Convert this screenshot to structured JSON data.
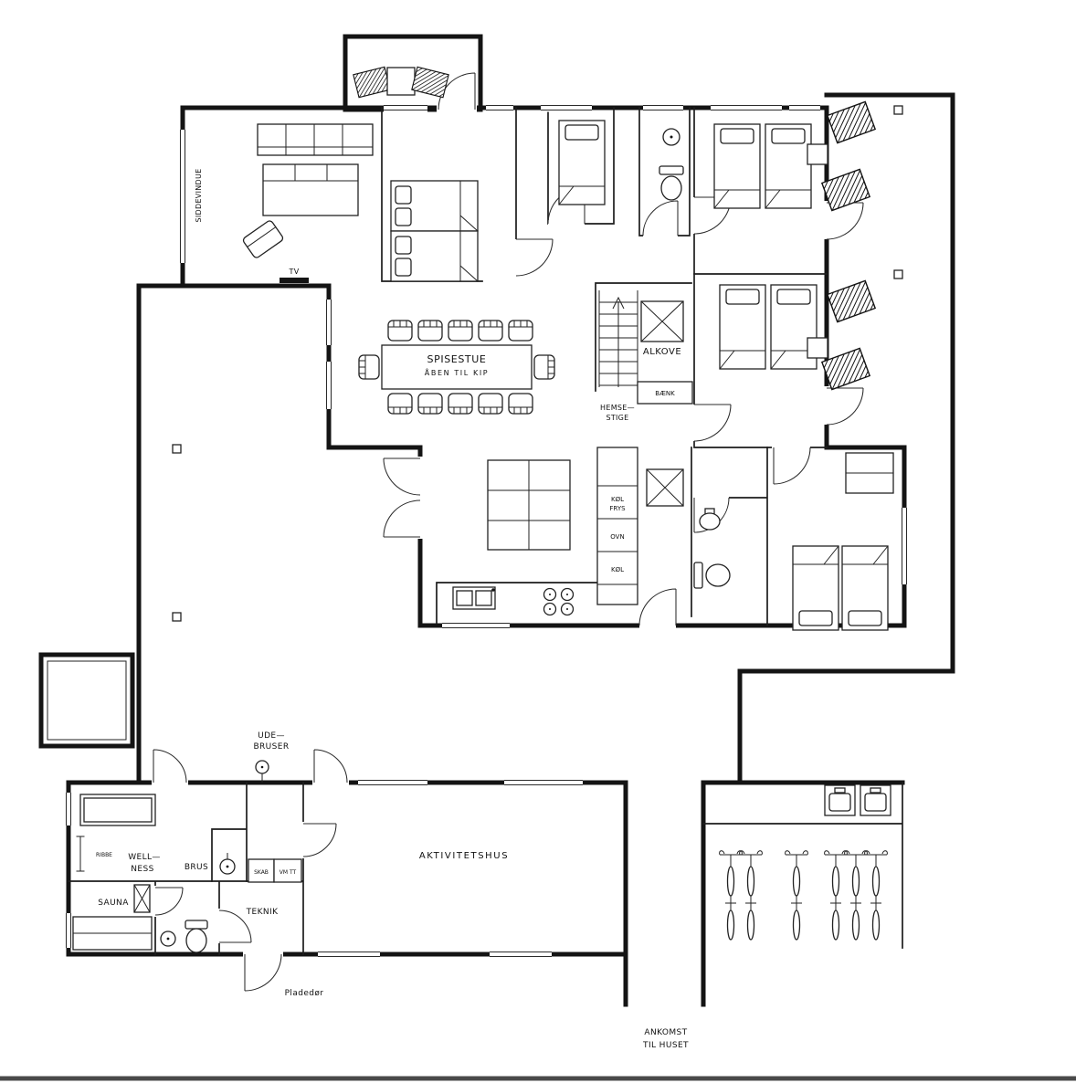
{
  "drawing": {
    "type": "floor-plan",
    "language": "da",
    "colors": {
      "wall": "#141414",
      "background": "#ffffff",
      "ground_line": "#4a4a4a"
    }
  },
  "labels": {
    "siddevindue": "SIDDEVINDUE",
    "tv": "TV",
    "spisestue": "SPISESTUE",
    "aaben_til_kip": "ÅBEN TIL KIP",
    "alkove": "ALKOVE",
    "baenk": "BÆNK",
    "hemse_1": "HEMSE—",
    "hemse_2": "STIGE",
    "koel_frys_1": "KØL",
    "koel_frys_2": "FRYS",
    "ovn": "OVN",
    "koel": "KØL",
    "ude_1": "UDE—",
    "ude_2": "BRUSER",
    "well_1": "WELL—",
    "well_2": "NESS",
    "ribbe": "RIBBE",
    "brus": "BRUS",
    "skab": "SKAB",
    "vm_tt": "VM TT",
    "sauna": "SAUNA",
    "teknik": "TEKNIK",
    "aktivitetshus": "AKTIVITETSHUS",
    "pladedoer": "Pladedør",
    "ankomst_1": "ANKOMST",
    "ankomst_2": "TIL  HUSET"
  }
}
